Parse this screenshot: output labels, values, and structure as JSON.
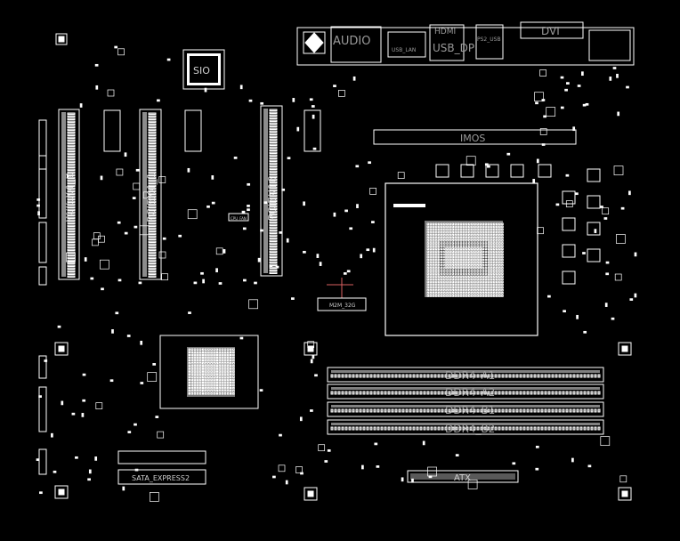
{
  "labels": {
    "audio": "AUDIO",
    "usb_lan": "USB_LAN",
    "hdmi": "HDMI",
    "usb_dp": "USB_DP",
    "ps2_usb": "PS2_USB",
    "dvi": "DVI",
    "sio": "SIO",
    "pciex4_2": "PCIEX4_2",
    "pciex4_1": "PCIEX4_1",
    "pciex16": "PCIEX16",
    "imos": "IMOS",
    "m2m_32g": "M2M_32G",
    "pch": "PCH",
    "ddr4_a1": "DDR4_A1",
    "ddr4_a2": "DDR4_A2",
    "ddr4_b1": "DDR4_B1",
    "ddr4_b2": "DDR4_B2",
    "atx": "ATX",
    "sata_express2": "SATA_EXPRESS2",
    "cpu_fan": "CPU_FAN"
  },
  "colors": {
    "background": "#000000",
    "silkscreen": "#ffffff",
    "label_text": "#9a9a9a",
    "trace_highlight": "#d96060"
  }
}
